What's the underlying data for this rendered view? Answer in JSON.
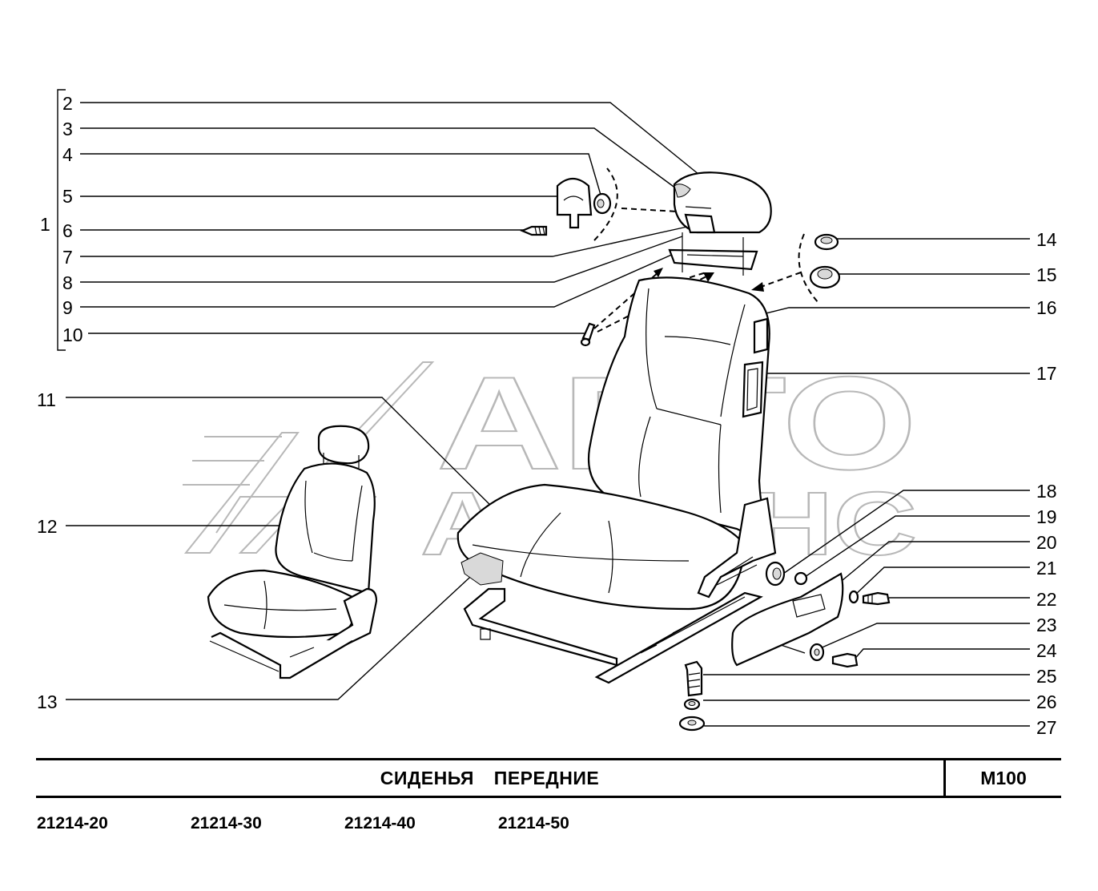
{
  "title": "СИДЕНЬЯ   ПЕРЕДНИЕ",
  "code": "M100",
  "models": [
    "21214-20",
    "21214-30",
    "21214-40",
    "21214-50"
  ],
  "watermark": {
    "line1": "АВТО",
    "line2": "АЛЬЯНС"
  },
  "group_label": "1",
  "callouts_left": [
    "2",
    "3",
    "4",
    "5",
    "6",
    "7",
    "8",
    "9",
    "10",
    "11",
    "12",
    "13"
  ],
  "callouts_right": [
    "14",
    "15",
    "16",
    "17",
    "18",
    "19",
    "20",
    "21",
    "22",
    "23",
    "24",
    "25",
    "26",
    "27"
  ]
}
